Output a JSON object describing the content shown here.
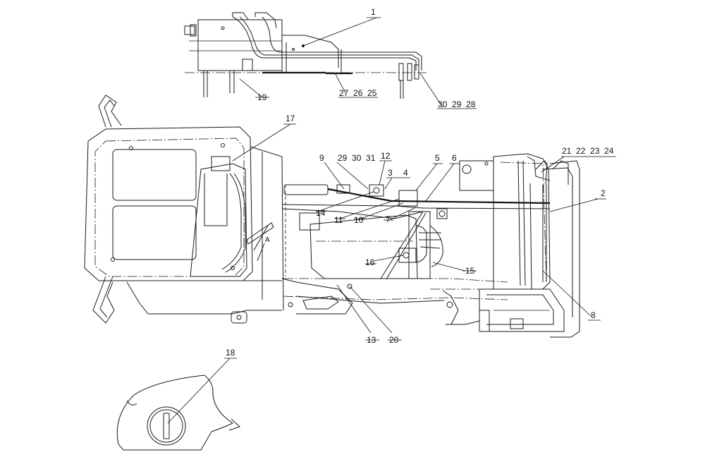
{
  "diagram": {
    "callouts": [
      {
        "id": "c1",
        "text": "1"
      },
      {
        "id": "c2",
        "text": "2"
      },
      {
        "id": "c3",
        "text": "3"
      },
      {
        "id": "c4",
        "text": "4"
      },
      {
        "id": "c5",
        "text": "5"
      },
      {
        "id": "c6",
        "text": "6"
      },
      {
        "id": "c7",
        "text": "7"
      },
      {
        "id": "c8",
        "text": "8"
      },
      {
        "id": "c9",
        "text": "9"
      },
      {
        "id": "c10",
        "text": "10"
      },
      {
        "id": "c11",
        "text": "11"
      },
      {
        "id": "c12",
        "text": "12"
      },
      {
        "id": "c13",
        "text": "13"
      },
      {
        "id": "c14",
        "text": "14"
      },
      {
        "id": "c15",
        "text": "15"
      },
      {
        "id": "c16",
        "text": "16"
      },
      {
        "id": "c17",
        "text": "17"
      },
      {
        "id": "c18",
        "text": "18"
      },
      {
        "id": "c19",
        "text": "19"
      },
      {
        "id": "c20",
        "text": "20"
      },
      {
        "id": "c21_24",
        "text": "21  22  23  24"
      },
      {
        "id": "c27_25",
        "text": "27  26  25"
      },
      {
        "id": "c30_28",
        "text": "30  29  28"
      },
      {
        "id": "c29_31",
        "text": "29  30  31"
      }
    ],
    "detail_mark": "A"
  }
}
